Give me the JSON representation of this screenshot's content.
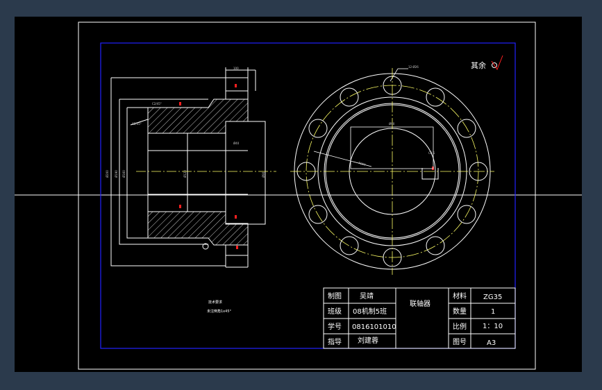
{
  "colors": {
    "background": "#2b3a4c",
    "viewport": "#000000",
    "outer_frame": "#ffffff",
    "inner_frame": "#2222ff",
    "geometry": "#ffffff",
    "centerline": "#ffff66",
    "dimension": "#cccccc",
    "marker": "#ff2020"
  },
  "roughness_note": {
    "label": "其余"
  },
  "title_block": {
    "drawn_by_label": "制图",
    "drawn_by_value": "吴靖",
    "class_label": "班级",
    "class_value": "08机制5班",
    "student_id_label": "学号",
    "student_id_value": "0816101010",
    "advisor_label": "指导",
    "advisor_value": "刘建蓉",
    "part_name": "联轴器",
    "material_label": "材料",
    "material_value": "ZG35",
    "quantity_label": "数量",
    "quantity_value": "1",
    "scale_label": "比例",
    "scale_value": "1：10",
    "sheet_label": "图号",
    "sheet_value": "A3"
  },
  "technical_notes": {
    "heading": "技术要求",
    "line1": "未注倒角1x45°"
  }
}
